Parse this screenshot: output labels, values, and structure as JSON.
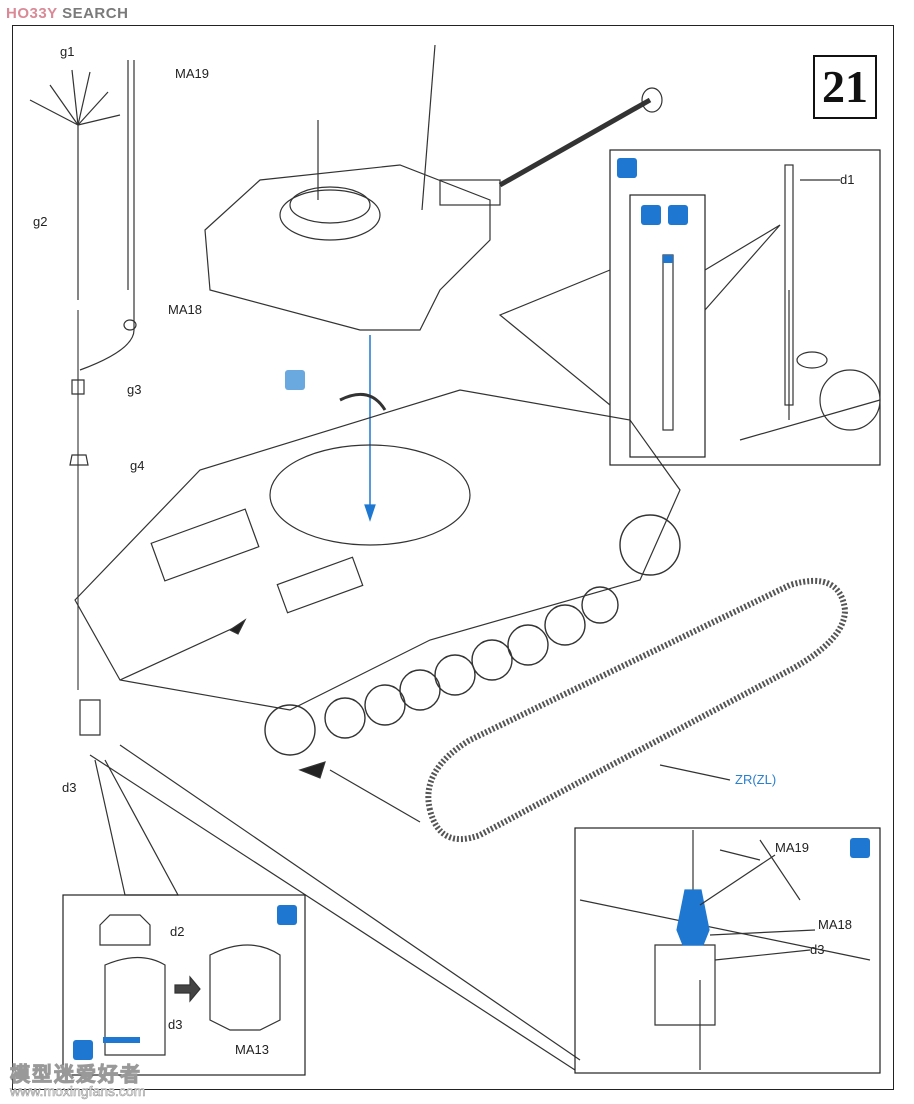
{
  "header": {
    "brand_a": "HO33Y",
    "brand_b": "SEARCH"
  },
  "step": {
    "number": "21"
  },
  "labels": {
    "g1": "g1",
    "ma19_top": "MA19",
    "g2": "g2",
    "ma18_top": "MA18",
    "g3": "g3",
    "g4": "g4",
    "d3_main": "d3",
    "d1": "d1",
    "track": "ZR(ZL)",
    "ma19_inset": "MA19",
    "ma18_inset": "MA18",
    "d3_inset": "d3",
    "d2_inset": "d2",
    "d3_left_inset": "d3",
    "ma13": "MA13"
  },
  "icons": {
    "paint": "paint-brush-icon",
    "glue": "cement-icon",
    "no_glue": "no-cement-icon"
  },
  "colors": {
    "accent": "#1e78d2",
    "line": "#222222"
  },
  "watermark": {
    "cn": "模型迷爱好者",
    "url": "www.moxingfans.com"
  }
}
